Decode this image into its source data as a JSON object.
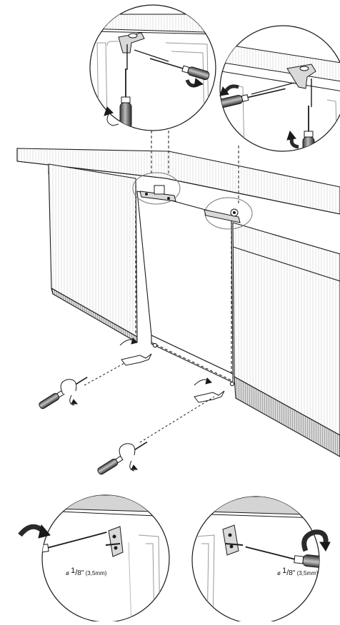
{
  "diagram": {
    "drill_labels": [
      {
        "prefix": "ø ",
        "numerator": "1",
        "slash": "/",
        "denominator": "8\"",
        "metric": " (3,5mm)"
      },
      {
        "prefix": "ø ",
        "numerator": "1",
        "slash": "/",
        "denominator": "8\"",
        "metric": " (3,5mm)"
      }
    ],
    "colors": {
      "line": "#1a1a1a",
      "fill": "#ffffff",
      "shade": "#d9d9d9",
      "dark": "#2a2a2a"
    },
    "icons": [
      "screwdriver-icon",
      "rotate-arrow-icon",
      "bracket-icon",
      "screw-icon"
    ]
  }
}
